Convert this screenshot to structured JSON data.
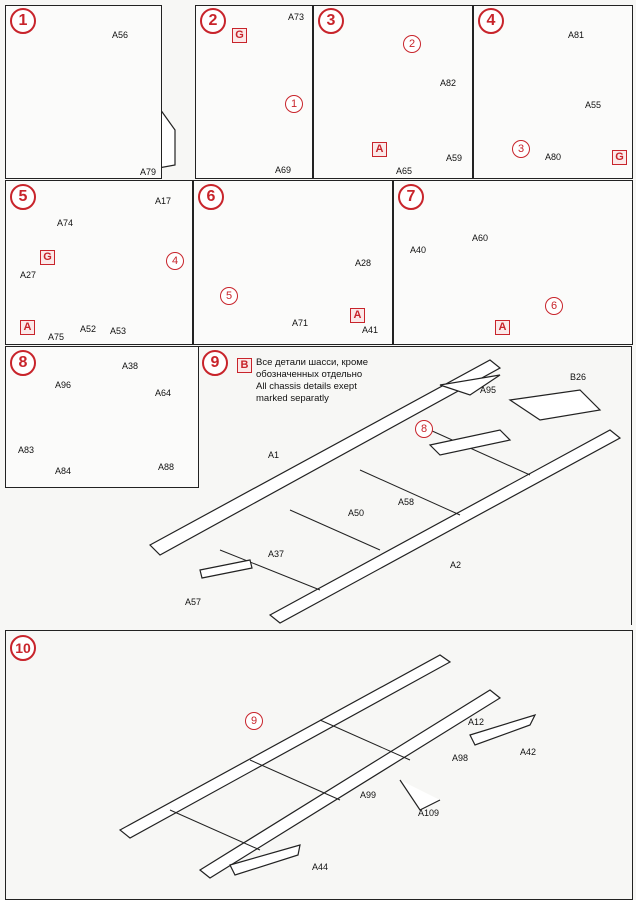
{
  "steps": [
    {
      "number": "1",
      "labels": [
        "A56",
        "A79"
      ]
    },
    {
      "number": "2",
      "labels": [
        "A73",
        "A69"
      ],
      "refs": [
        "1"
      ],
      "boxes": [
        "G"
      ]
    },
    {
      "number": "3",
      "labels": [
        "A82",
        "A65",
        "A59"
      ],
      "refs": [
        "2"
      ],
      "boxes": [
        "A"
      ]
    },
    {
      "number": "4",
      "labels": [
        "A81",
        "A55",
        "A80"
      ],
      "refs": [
        "3"
      ],
      "boxes": [
        "G"
      ]
    },
    {
      "number": "5",
      "labels": [
        "A17",
        "A74",
        "A27",
        "A75",
        "A52",
        "A53"
      ],
      "refs": [
        "4"
      ],
      "boxes": [
        "G",
        "A"
      ]
    },
    {
      "number": "6",
      "labels": [
        "A28",
        "A71",
        "A41"
      ],
      "refs": [
        "5"
      ],
      "boxes": [
        "A"
      ]
    },
    {
      "number": "7",
      "labels": [
        "A40",
        "A60"
      ],
      "refs": [
        "6"
      ],
      "boxes": [
        "A"
      ]
    },
    {
      "number": "8",
      "labels": [
        "A38",
        "A96",
        "A64",
        "A83",
        "A84",
        "A88"
      ]
    },
    {
      "number": "9",
      "labels": [
        "A95",
        "B26",
        "A1",
        "A58",
        "A50",
        "A37",
        "A2",
        "A57"
      ],
      "refs": [
        "8"
      ],
      "boxes": [
        "B"
      ],
      "note": [
        "Все детали шасси, кроме",
        "обозначенных отдельно",
        "All chassis details exept",
        "marked separatly"
      ]
    },
    {
      "number": "10",
      "labels": [
        "A12",
        "A42",
        "A98",
        "A99",
        "A109",
        "A44"
      ],
      "refs": [
        "9"
      ]
    }
  ],
  "colors": {
    "accent": "#c8242b"
  }
}
